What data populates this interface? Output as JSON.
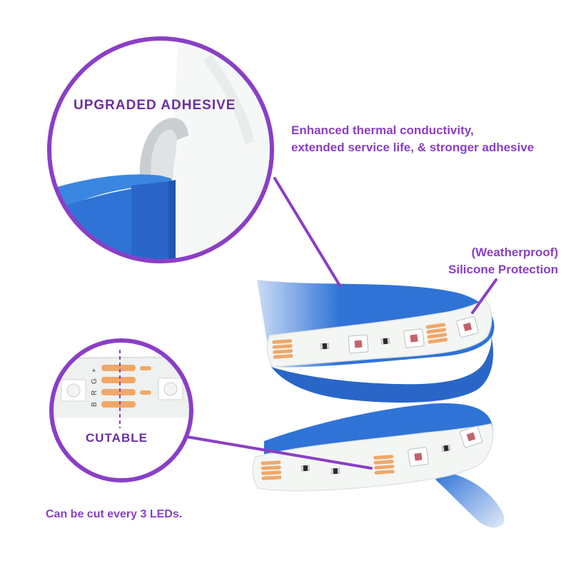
{
  "colors": {
    "accent": "#8a3fc6",
    "accent_dark": "#6b2fa0",
    "strip_blue": "#2f73d6",
    "strip_white": "#f4f6f4",
    "pad_copper": "#f0a868",
    "led_red": "#b43b45"
  },
  "adhesive_circle": {
    "title": "UPGRADED ADHESIVE"
  },
  "adhesive_callout": {
    "line1": "Enhanced thermal conductivity,",
    "line2": "extended service life, & stronger adhesive"
  },
  "weatherproof_callout": {
    "line1": "(Weatherproof)",
    "line2": "Silicone Protection"
  },
  "cut_circle": {
    "pin_labels": [
      "+",
      "G",
      "R",
      "B"
    ],
    "title": "CUTABLE"
  },
  "cut_note": "Can be cut every 3 LEDs."
}
